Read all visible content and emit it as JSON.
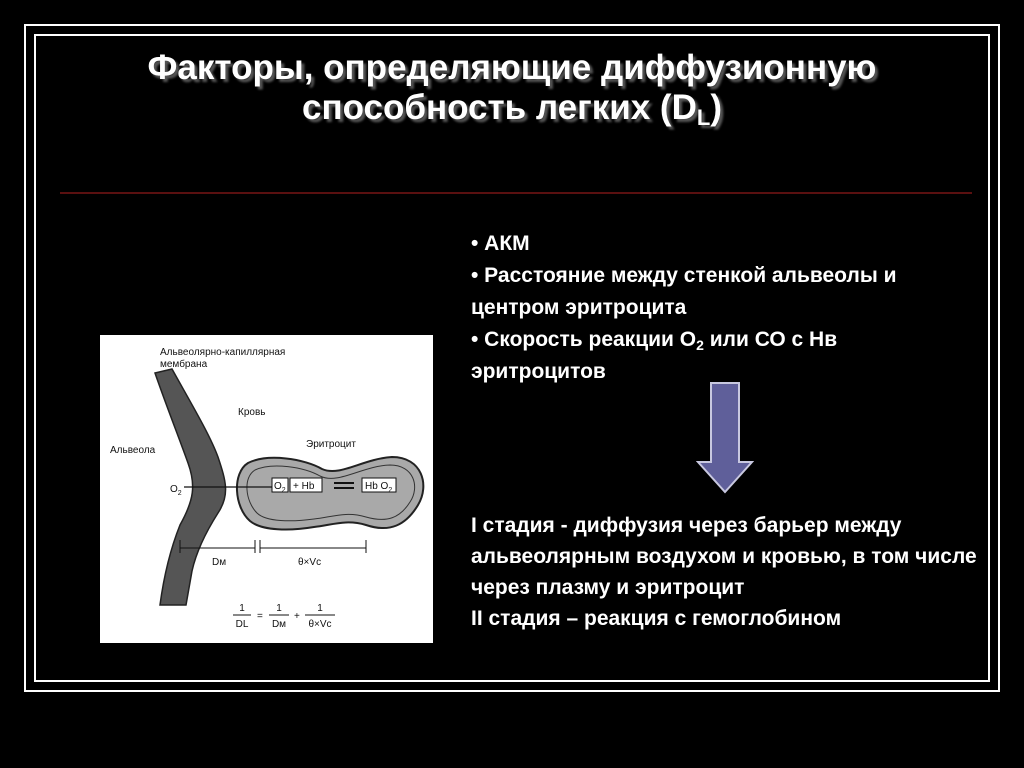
{
  "slide": {
    "title_line1": "Факторы, определяющие  диффузионную",
    "title_line2": "способность легких (D",
    "title_sub": "L",
    "title_close": ")"
  },
  "bullets": {
    "item1": "• АКМ",
    "item2": "• Расстояние между стенкой альвеолы и центром эритроцита",
    "item3_pre": "• Скорость реакции О",
    "item3_sub": "2",
    "item3_post": " или СО с Нв эритроцитов"
  },
  "stages": {
    "stage1": "I стадия - диффузия через барьер между альвеолярным воздухом и кровью, в том числе через плазму и эритроцит",
    "stage2": "II стадия – реакция с гемоглобином"
  },
  "figure": {
    "label_membrane_1": "Альвеолярно-капиллярная",
    "label_membrane_2": "мембрана",
    "label_blood": "Кровь",
    "label_alveola": "Альвеола",
    "label_erythrocyte": "Эритроцит",
    "label_o2": "O",
    "label_o2_sub": "2",
    "reaction_left": "O",
    "reaction_left_sub": "2",
    "reaction_plus_hb": "+ Hb",
    "reaction_right": "Hb O",
    "reaction_right_sub": "2",
    "label_dm": "Dм",
    "label_theta_vc": "θ×Vc",
    "eq_lhs_num": "1",
    "eq_lhs_den": "DL",
    "eq_equals": "=",
    "eq_term1_num": "1",
    "eq_term1_den": "Dм",
    "eq_plus": "+",
    "eq_term2_num": "1",
    "eq_term2_den": "θ×Vc"
  },
  "colors": {
    "background": "#000000",
    "text": "#ffffff",
    "rule": "#5a1010",
    "arrow_fill": "#5f5f9a",
    "membrane": "#555555",
    "erythrocyte": "#a9a9a9"
  }
}
